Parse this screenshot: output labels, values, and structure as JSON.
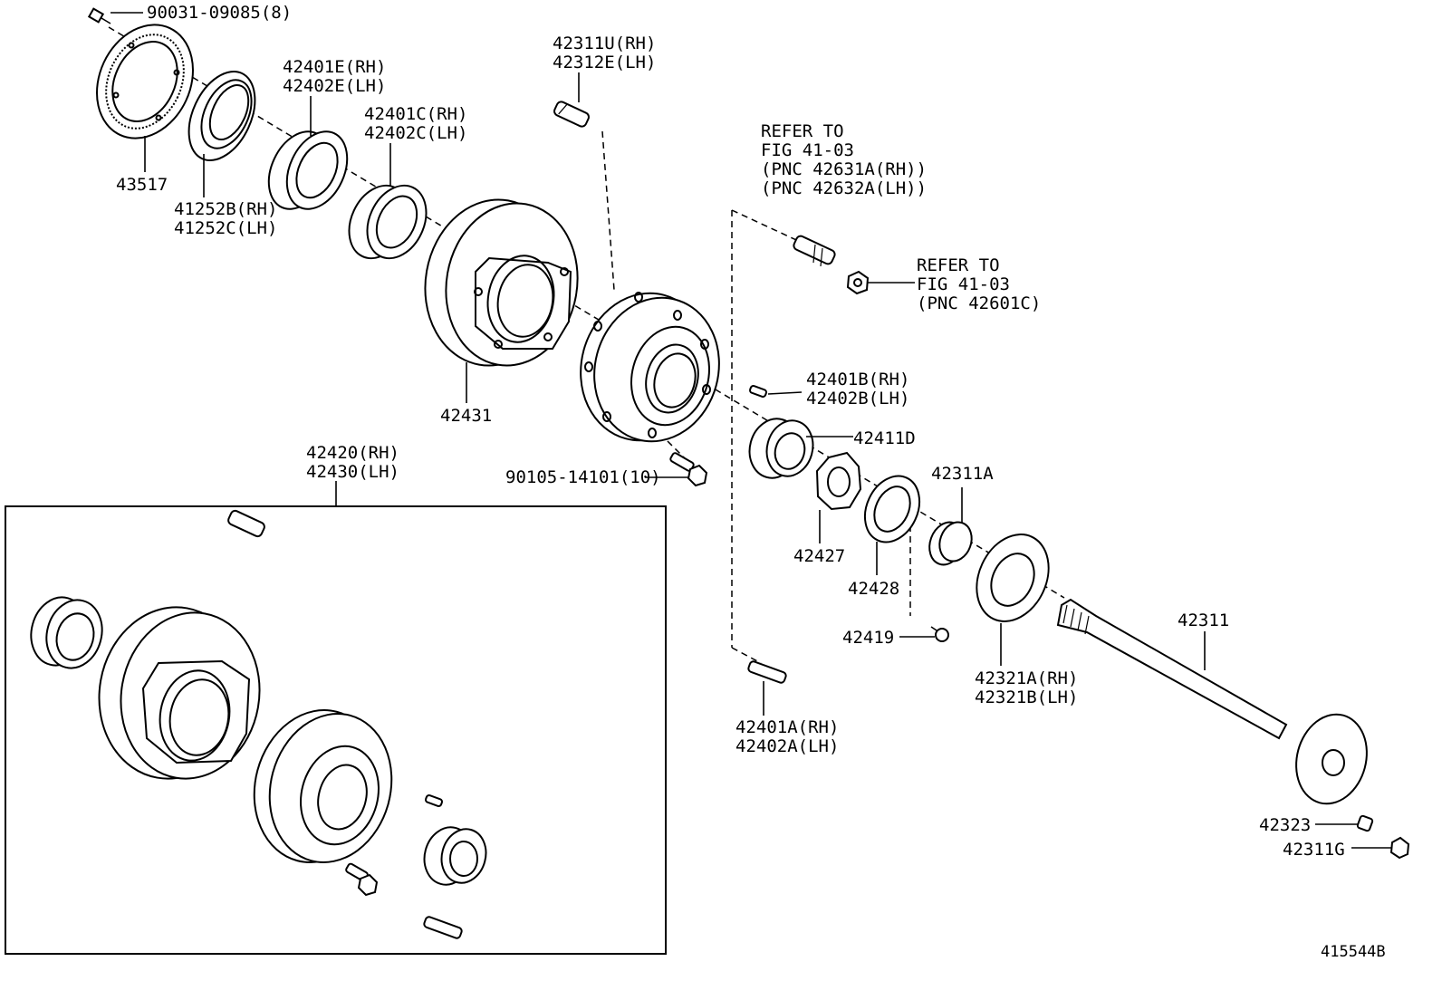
{
  "diagram": {
    "figure_id": "415544B",
    "labels": {
      "l_90031": "90031-09085(8)",
      "l_43517": "43517",
      "l_41252b": "41252B(RH)",
      "l_41252c": "41252C(LH)",
      "l_42401e": "42401E(RH)",
      "l_42402e": "42402E(LH)",
      "l_42401c": "42401C(RH)",
      "l_42402c": "42402C(LH)",
      "l_42311u": "42311U(RH)",
      "l_42312e": "42312E(LH)",
      "l_42431": "42431",
      "l_refer1_a": "REFER TO",
      "l_refer1_b": "FIG 41-03",
      "l_refer1_c": "(PNC 42631A(RH))",
      "l_refer1_d": "(PNC 42632A(LH))",
      "l_refer2_a": "REFER TO",
      "l_refer2_b": "FIG 41-03",
      "l_refer2_c": "(PNC 42601C)",
      "l_42401b": "42401B(RH)",
      "l_42402b": "42402B(LH)",
      "l_42411d": "42411D",
      "l_90105": "90105-14101(10)",
      "l_42420": "42420(RH)",
      "l_42430": "42430(LH)",
      "l_42311a": "42311A",
      "l_42427": "42427",
      "l_42428": "42428",
      "l_42419": "42419",
      "l_42311": "42311",
      "l_42321a": "42321A(RH)",
      "l_42321b": "42321B(LH)",
      "l_42401a": "42401A(RH)",
      "l_42402a": "42402A(LH)",
      "l_42323": "42323",
      "l_42311g": "42311G"
    }
  }
}
